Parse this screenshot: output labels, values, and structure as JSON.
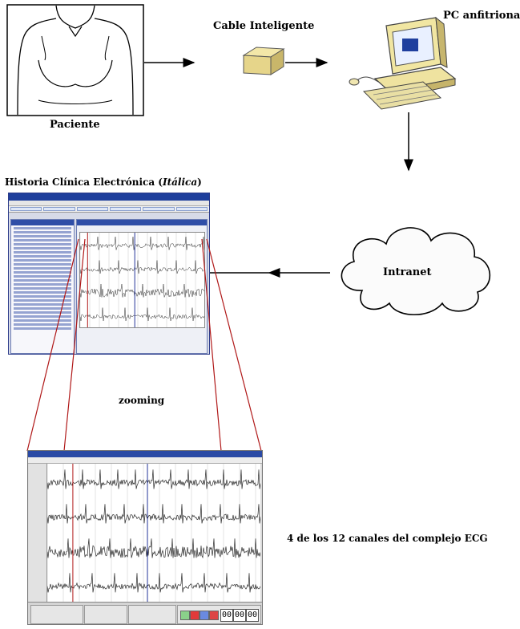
{
  "labels": {
    "paciente": "Paciente",
    "cable": "Cable Inteligente",
    "pc": "PC anfitriona",
    "intranet": "Intranet",
    "historia_main": "Historia Clínica Electrónica (",
    "historia_italic": "Itálica",
    "historia_end": ")",
    "zooming": "zooming",
    "canales": "4 de los 12 canales del complejo ECG"
  },
  "timer": [
    "00",
    "00",
    "00"
  ],
  "colors": {
    "arrow": "#000000",
    "zoom_lines": "#b01818",
    "title_bar": "#1e3f9c",
    "ecg_trace": "#2b2b2b",
    "grid": "#b9b9b9",
    "marker": "#23349a"
  }
}
